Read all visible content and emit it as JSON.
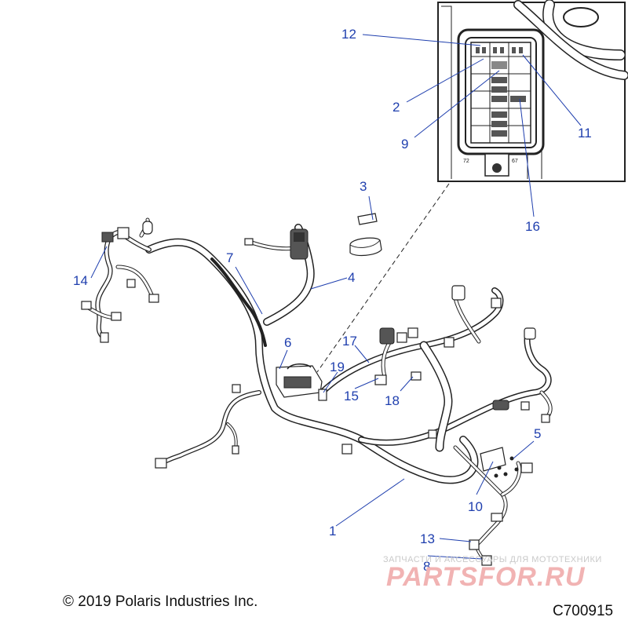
{
  "copyright": "© 2019 Polaris Industries Inc.",
  "figure_code": "C700915",
  "watermark": {
    "tagline": "ЗАПЧАСТИ И АКСЕССУАРЫ ДЛЯ МОТОТЕХНИКИ",
    "logo": "PARTSFOR.RU"
  },
  "inset": {
    "label_left": "72",
    "label_right": "67"
  },
  "callouts": [
    "1",
    "2",
    "3",
    "4",
    "5",
    "6",
    "7",
    "8",
    "9",
    "10",
    "11",
    "12",
    "13",
    "14",
    "15",
    "16",
    "17",
    "18",
    "19"
  ]
}
